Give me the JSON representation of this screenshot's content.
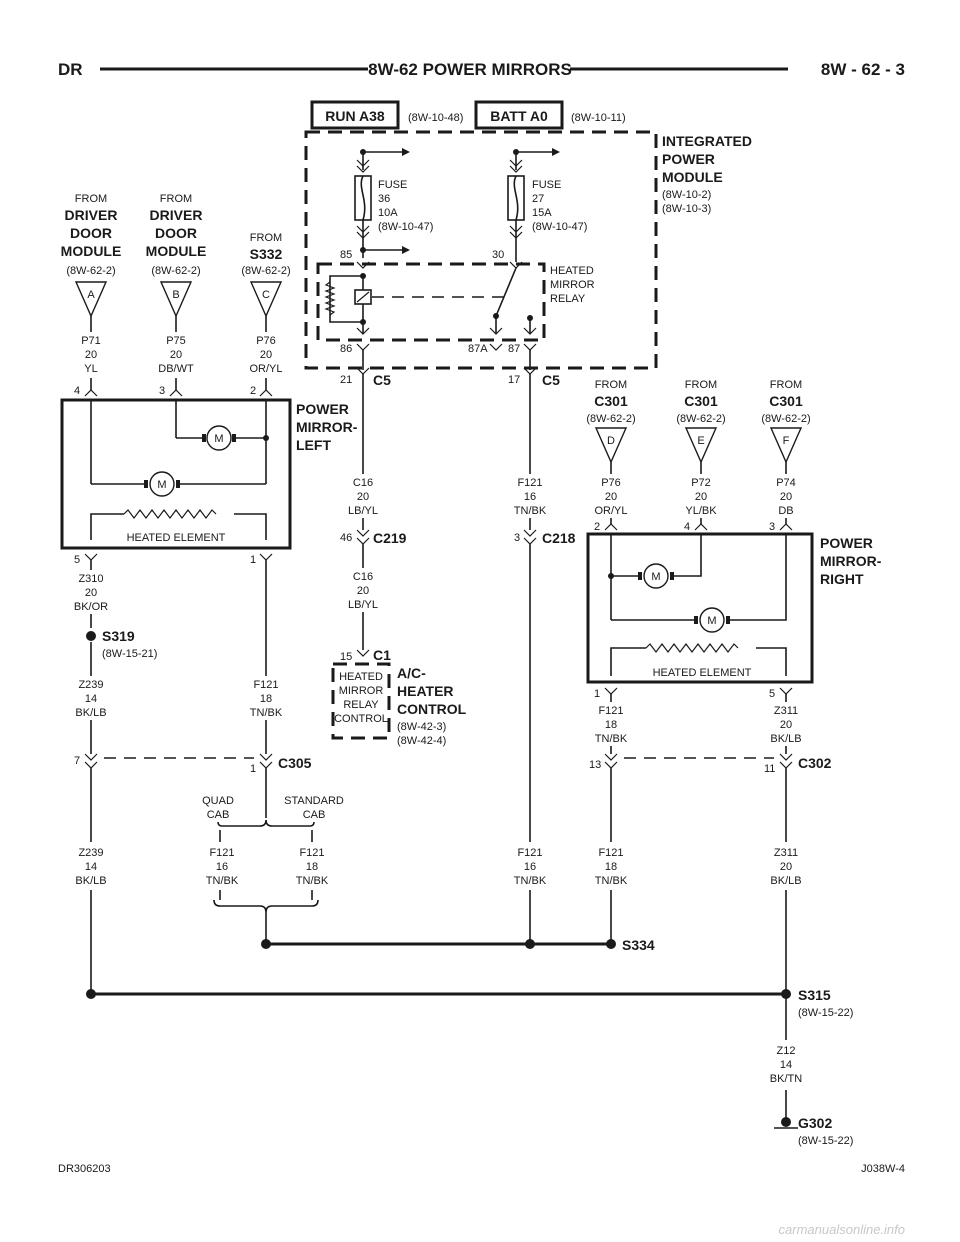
{
  "header": {
    "left": "DR",
    "title": "8W-62 POWER MIRRORS",
    "right": "8W - 62 - 3"
  },
  "power": {
    "run": "RUN A38",
    "run_ref": "(8W-10-48)",
    "batt": "BATT A0",
    "batt_ref": "(8W-10-11)"
  },
  "ipm": {
    "line1": "INTEGRATED",
    "line2": "POWER",
    "line3": "MODULE",
    "ref1": "(8W-10-2)",
    "ref2": "(8W-10-3)"
  },
  "fuse36": {
    "l1": "FUSE",
    "l2": "36",
    "l3": "10A",
    "l4": "(8W-10-47)"
  },
  "fuse27": {
    "l1": "FUSE",
    "l2": "27",
    "l3": "15A",
    "l4": "(8W-10-47)"
  },
  "relay": {
    "l1": "HEATED",
    "l2": "MIRROR",
    "l3": "RELAY",
    "p85": "85",
    "p30": "30",
    "p86": "86",
    "p87a": "87A",
    "p87": "87"
  },
  "c5": {
    "name": "C5",
    "pin21": "21",
    "pin17": "17"
  },
  "inputs_left": [
    {
      "from": "FROM",
      "n1": "DRIVER",
      "n2": "DOOR",
      "n3": "MODULE",
      "ref": "(8W-62-2)",
      "letter": "A",
      "circuit": "P71",
      "gauge": "20",
      "color": "YL",
      "pin": "4"
    },
    {
      "from": "FROM",
      "n1": "DRIVER",
      "n2": "DOOR",
      "n3": "MODULE",
      "ref": "(8W-62-2)",
      "letter": "B",
      "circuit": "P75",
      "gauge": "20",
      "color": "DB/WT",
      "pin": "3"
    },
    {
      "from": "FROM",
      "n1": "S332",
      "ref": "(8W-62-2)",
      "letter": "C",
      "circuit": "P76",
      "gauge": "20",
      "color": "OR/YL",
      "pin": "2"
    }
  ],
  "inputs_right": [
    {
      "from": "FROM",
      "n1": "C301",
      "ref": "(8W-62-2)",
      "letter": "D",
      "circuit": "P76",
      "gauge": "20",
      "color": "OR/YL",
      "pin": "2"
    },
    {
      "from": "FROM",
      "n1": "C301",
      "ref": "(8W-62-2)",
      "letter": "E",
      "circuit": "P72",
      "gauge": "20",
      "color": "YL/BK",
      "pin": "4"
    },
    {
      "from": "FROM",
      "n1": "C301",
      "ref": "(8W-62-2)",
      "letter": "F",
      "circuit": "P74",
      "gauge": "20",
      "color": "DB",
      "pin": "3"
    }
  ],
  "mirror_left": {
    "l1": "POWER",
    "l2": "MIRROR-",
    "l3": "LEFT",
    "heated": "HEATED ELEMENT",
    "pin5": "5",
    "pin1": "1",
    "motor": "M"
  },
  "mirror_right": {
    "l1": "POWER",
    "l2": "MIRROR-",
    "l3": "RIGHT",
    "heated": "HEATED ELEMENT",
    "pin1": "1",
    "pin5": "5",
    "motor": "M"
  },
  "wires": {
    "z310": {
      "c": "Z310",
      "g": "20",
      "col": "BK/OR"
    },
    "z239a": {
      "c": "Z239",
      "g": "14",
      "col": "BK/LB"
    },
    "z239b": {
      "c": "Z239",
      "g": "14",
      "col": "BK/LB"
    },
    "f121a": {
      "c": "F121",
      "g": "18",
      "col": "TN/BK"
    },
    "c16a": {
      "c": "C16",
      "g": "20",
      "col": "LB/YL"
    },
    "c16b": {
      "c": "C16",
      "g": "20",
      "col": "LB/YL"
    },
    "f121b": {
      "c": "F121",
      "g": "16",
      "col": "TN/BK"
    },
    "f121c": {
      "c": "F121",
      "g": "16",
      "col": "TN/BK"
    },
    "f121d": {
      "c": "F121",
      "g": "18",
      "col": "TN/BK"
    },
    "f121e": {
      "c": "F121",
      "g": "18",
      "col": "TN/BK"
    },
    "f121quad": {
      "c": "F121",
      "g": "16",
      "col": "TN/BK"
    },
    "f121std": {
      "c": "F121",
      "g": "18",
      "col": "TN/BK"
    },
    "z311a": {
      "c": "Z311",
      "g": "20",
      "col": "BK/LB"
    },
    "z311b": {
      "c": "Z311",
      "g": "20",
      "col": "BK/LB"
    },
    "z12": {
      "c": "Z12",
      "g": "14",
      "col": "BK/TN"
    }
  },
  "splices": {
    "s319": "S319",
    "s319_ref": "(8W-15-21)",
    "s334": "S334",
    "s315": "S315",
    "s315_ref": "(8W-15-22)",
    "g302": "G302",
    "g302_ref": "(8W-15-22)"
  },
  "connectors": {
    "c219": "C219",
    "c219_pin": "46",
    "c218": "C218",
    "c218_pin": "3",
    "c1": "C1",
    "c1_pin": "15",
    "c305": "C305",
    "c305_pin7": "7",
    "c305_pin1": "1",
    "c302": "C302",
    "c302_pin13": "13",
    "c302_pin11": "11"
  },
  "cab": {
    "quad1": "QUAD",
    "quad2": "CAB",
    "std1": "STANDARD",
    "std2": "CAB"
  },
  "ac": {
    "box1": "HEATED",
    "box2": "MIRROR",
    "box3": "RELAY",
    "box4": "CONTROL",
    "n1": "A/C-",
    "n2": "HEATER",
    "n3": "CONTROL",
    "ref1": "(8W-42-3)",
    "ref2": "(8W-42-4)"
  },
  "footer": {
    "left": "DR306203",
    "right": "J038W-4",
    "watermark": "carmanualsonline.info"
  }
}
